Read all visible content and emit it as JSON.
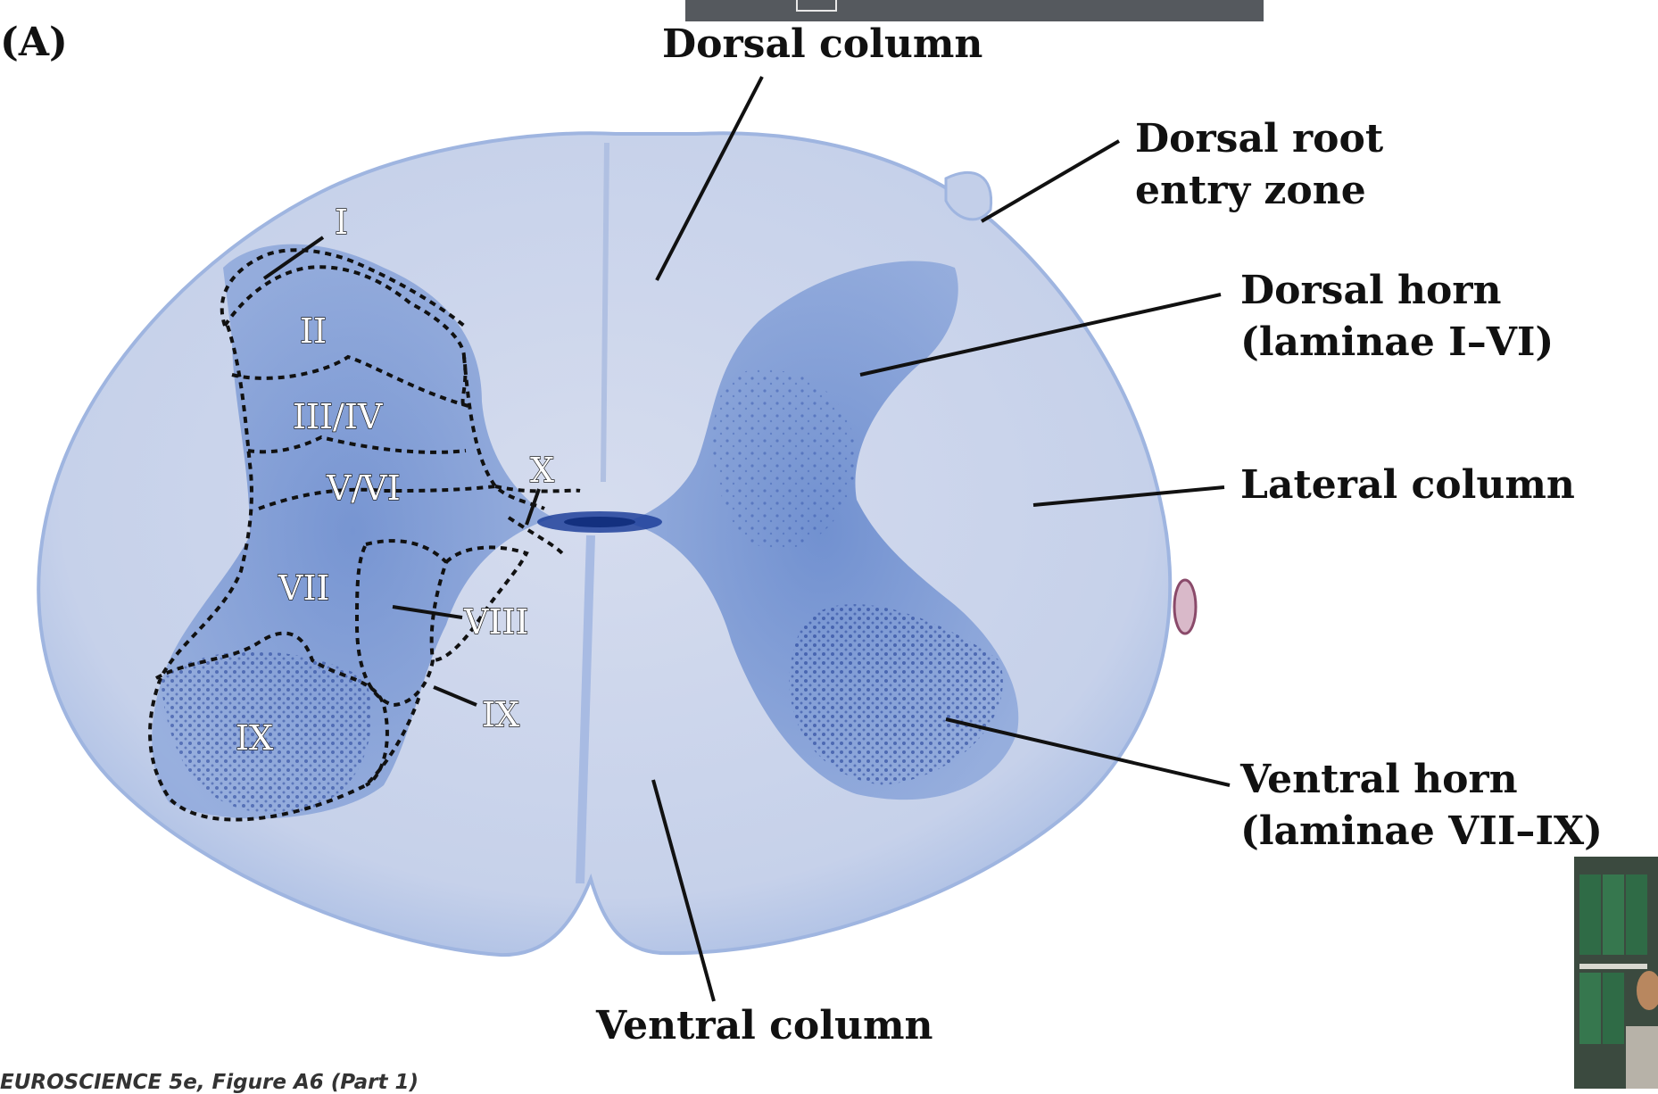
{
  "panel_label": "(A)",
  "labels": {
    "dorsal_column": "Dorsal column",
    "dorsal_root_line1": "Dorsal root",
    "dorsal_root_line2": "entry zone",
    "dorsal_horn_line1": "Dorsal horn",
    "dorsal_horn_line2": "(laminae I–VI)",
    "lateral_column": "Lateral column",
    "ventral_horn_line1": "Ventral horn",
    "ventral_horn_line2": "(laminae VII–IX)",
    "ventral_column": "Ventral column"
  },
  "laminae": {
    "I": "I",
    "II": "II",
    "III_IV": "III/IV",
    "V_VI": "V/VI",
    "X": "X",
    "VII": "VII",
    "VIII": "VIII",
    "IX_small": "IX",
    "IX_large": "IX"
  },
  "footer": "EUROSCIENCE 5e, Figure A6 (Part 1)",
  "colors": {
    "stain_white_matter": "#c9d4ea",
    "stain_gray_matter": "#6f8fcf",
    "stain_dark": "#1f3f9a",
    "label_text": "#111111"
  }
}
